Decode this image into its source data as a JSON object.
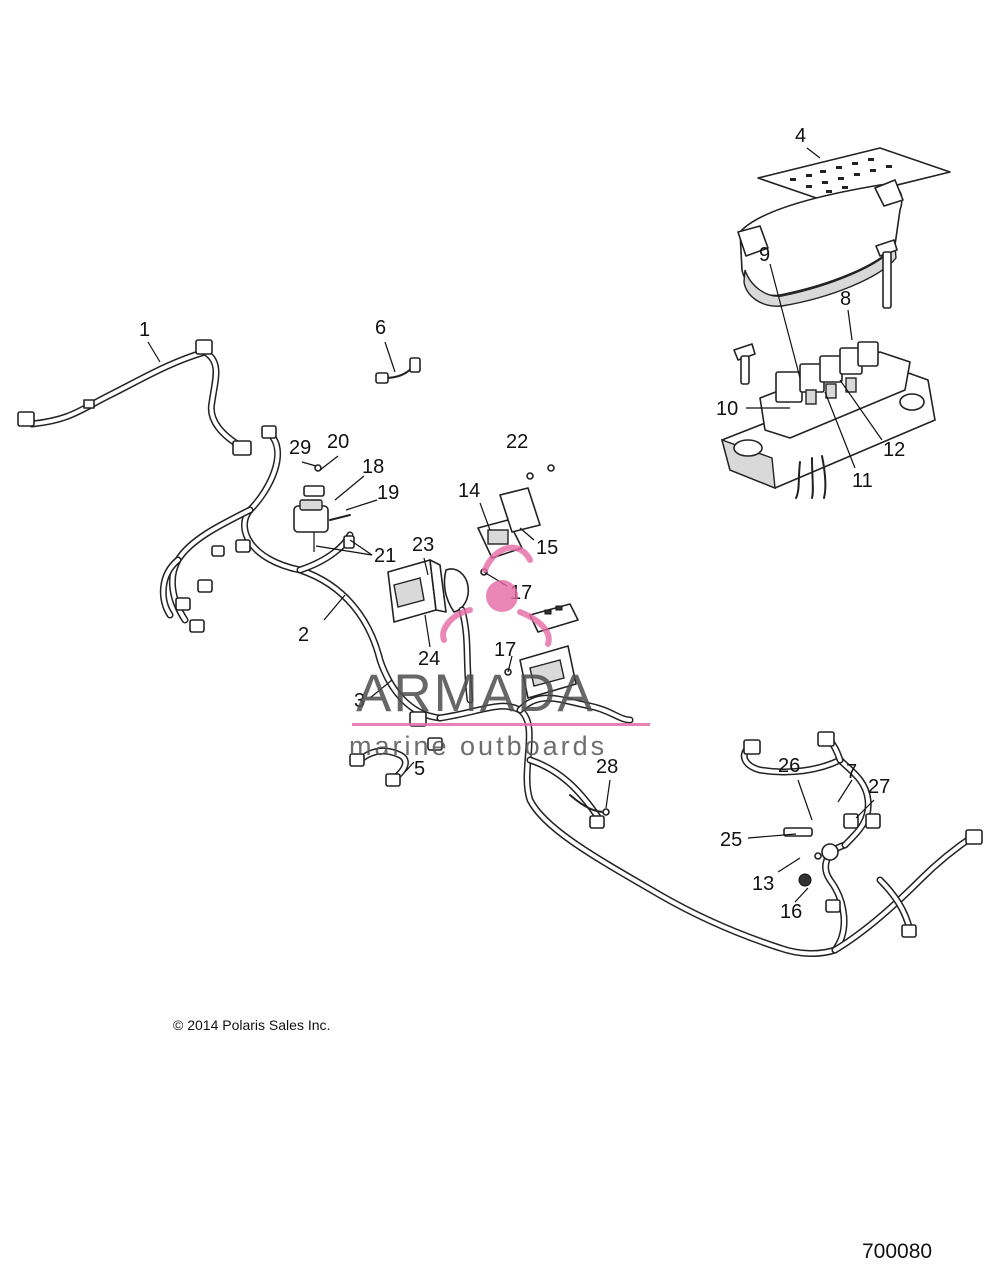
{
  "diagram": {
    "copyright": "© 2014 Polaris Sales Inc.",
    "diagram_number": "700080",
    "watermark": {
      "brand": "ARMADA",
      "tagline": "marine outboards",
      "accent_color": "#e56aa6"
    },
    "callouts": [
      "1",
      "2",
      "3",
      "4",
      "5",
      "6",
      "7",
      "8",
      "9",
      "10",
      "11",
      "12",
      "13",
      "14",
      "15",
      "16",
      "17",
      "17",
      "18",
      "19",
      "20",
      "21",
      "22",
      "23",
      "24",
      "25",
      "26",
      "27",
      "28",
      "29"
    ],
    "colors": {
      "ink": "#222222",
      "background": "#ffffff",
      "shade": "#d9d9d9"
    }
  }
}
